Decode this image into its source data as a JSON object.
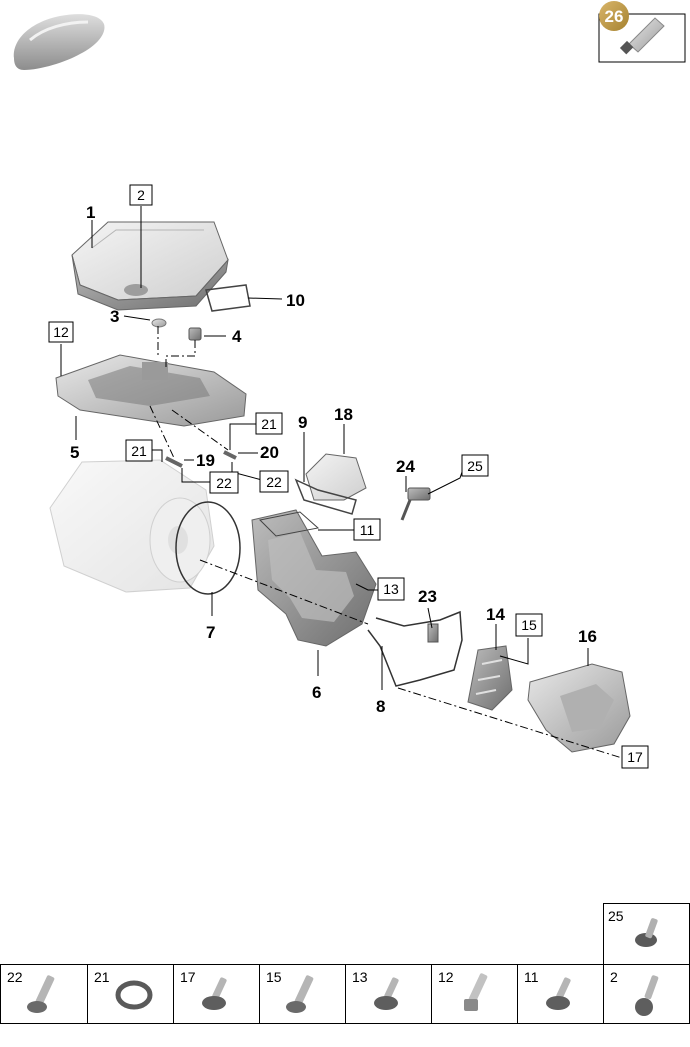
{
  "sealant_badge": "26",
  "callouts": {
    "c1": "1",
    "c2": "2",
    "c3": "3",
    "c4": "4",
    "c5": "5",
    "c6": "6",
    "c7": "7",
    "c8": "8",
    "c9": "9",
    "c10": "10",
    "c11": "11",
    "c12": "12",
    "c13": "13",
    "c14": "14",
    "c15": "15",
    "c16": "16",
    "c17": "17",
    "c18": "18",
    "c19": "19",
    "c20": "20",
    "c21a": "21",
    "c21b": "21",
    "c22a": "22",
    "c22b": "22",
    "c23": "23",
    "c24": "24",
    "c25": "25"
  },
  "fastener_table": {
    "top": {
      "label": "25",
      "icon": "torx-bolt-icon"
    },
    "cells": [
      {
        "label": "22",
        "icon": "long-bolt-icon"
      },
      {
        "label": "21",
        "icon": "o-ring-icon"
      },
      {
        "label": "17",
        "icon": "flange-bolt-icon"
      },
      {
        "label": "15",
        "icon": "long-bolt-icon"
      },
      {
        "label": "13",
        "icon": "flange-bolt-icon"
      },
      {
        "label": "12",
        "icon": "hex-bolt-icon"
      },
      {
        "label": "11",
        "icon": "flange-bolt-icon"
      },
      {
        "label": "2",
        "icon": "collar-bolt-icon"
      }
    ]
  }
}
